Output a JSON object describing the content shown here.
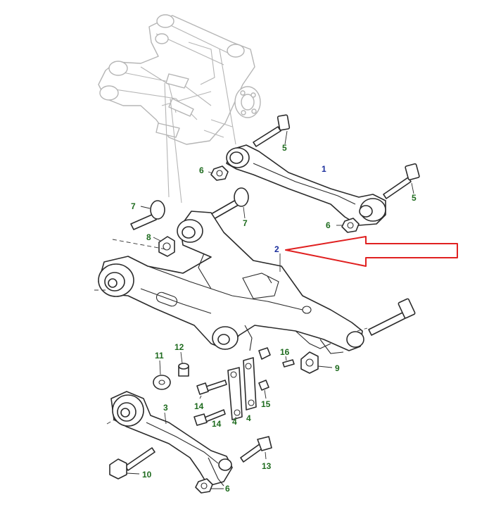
{
  "colors": {
    "callout_green": "#1e6b1e",
    "callout_blue": "#1a2d9c",
    "arrow_red": "#e02020",
    "line_art": "#2b2b2b",
    "ghost_art": "#b5b5b5"
  },
  "callouts": {
    "upper_arm": "1",
    "crossmember": "2",
    "lower_arm": "3",
    "link_a": "4",
    "link_b": "4",
    "bolt_upper_top": "5",
    "bolt_upper_right": "5",
    "nut_upper_left": "6",
    "nut_upper_right": "6",
    "nut_lower": "6",
    "bolt_mount_left": "7",
    "bolt_mount_mid": "7",
    "bushing_nut": "8",
    "nut_bracket": "9",
    "bolt_lower": "10",
    "washer_large": "11",
    "washer_small": "12",
    "bolt_link": "13",
    "bolt_link_top": "14",
    "bolt_link_bottom": "14",
    "nut_link": "15",
    "screw_small": "16"
  },
  "icons": {
    "pointer_arrow": "large-red-outline-arrow"
  }
}
